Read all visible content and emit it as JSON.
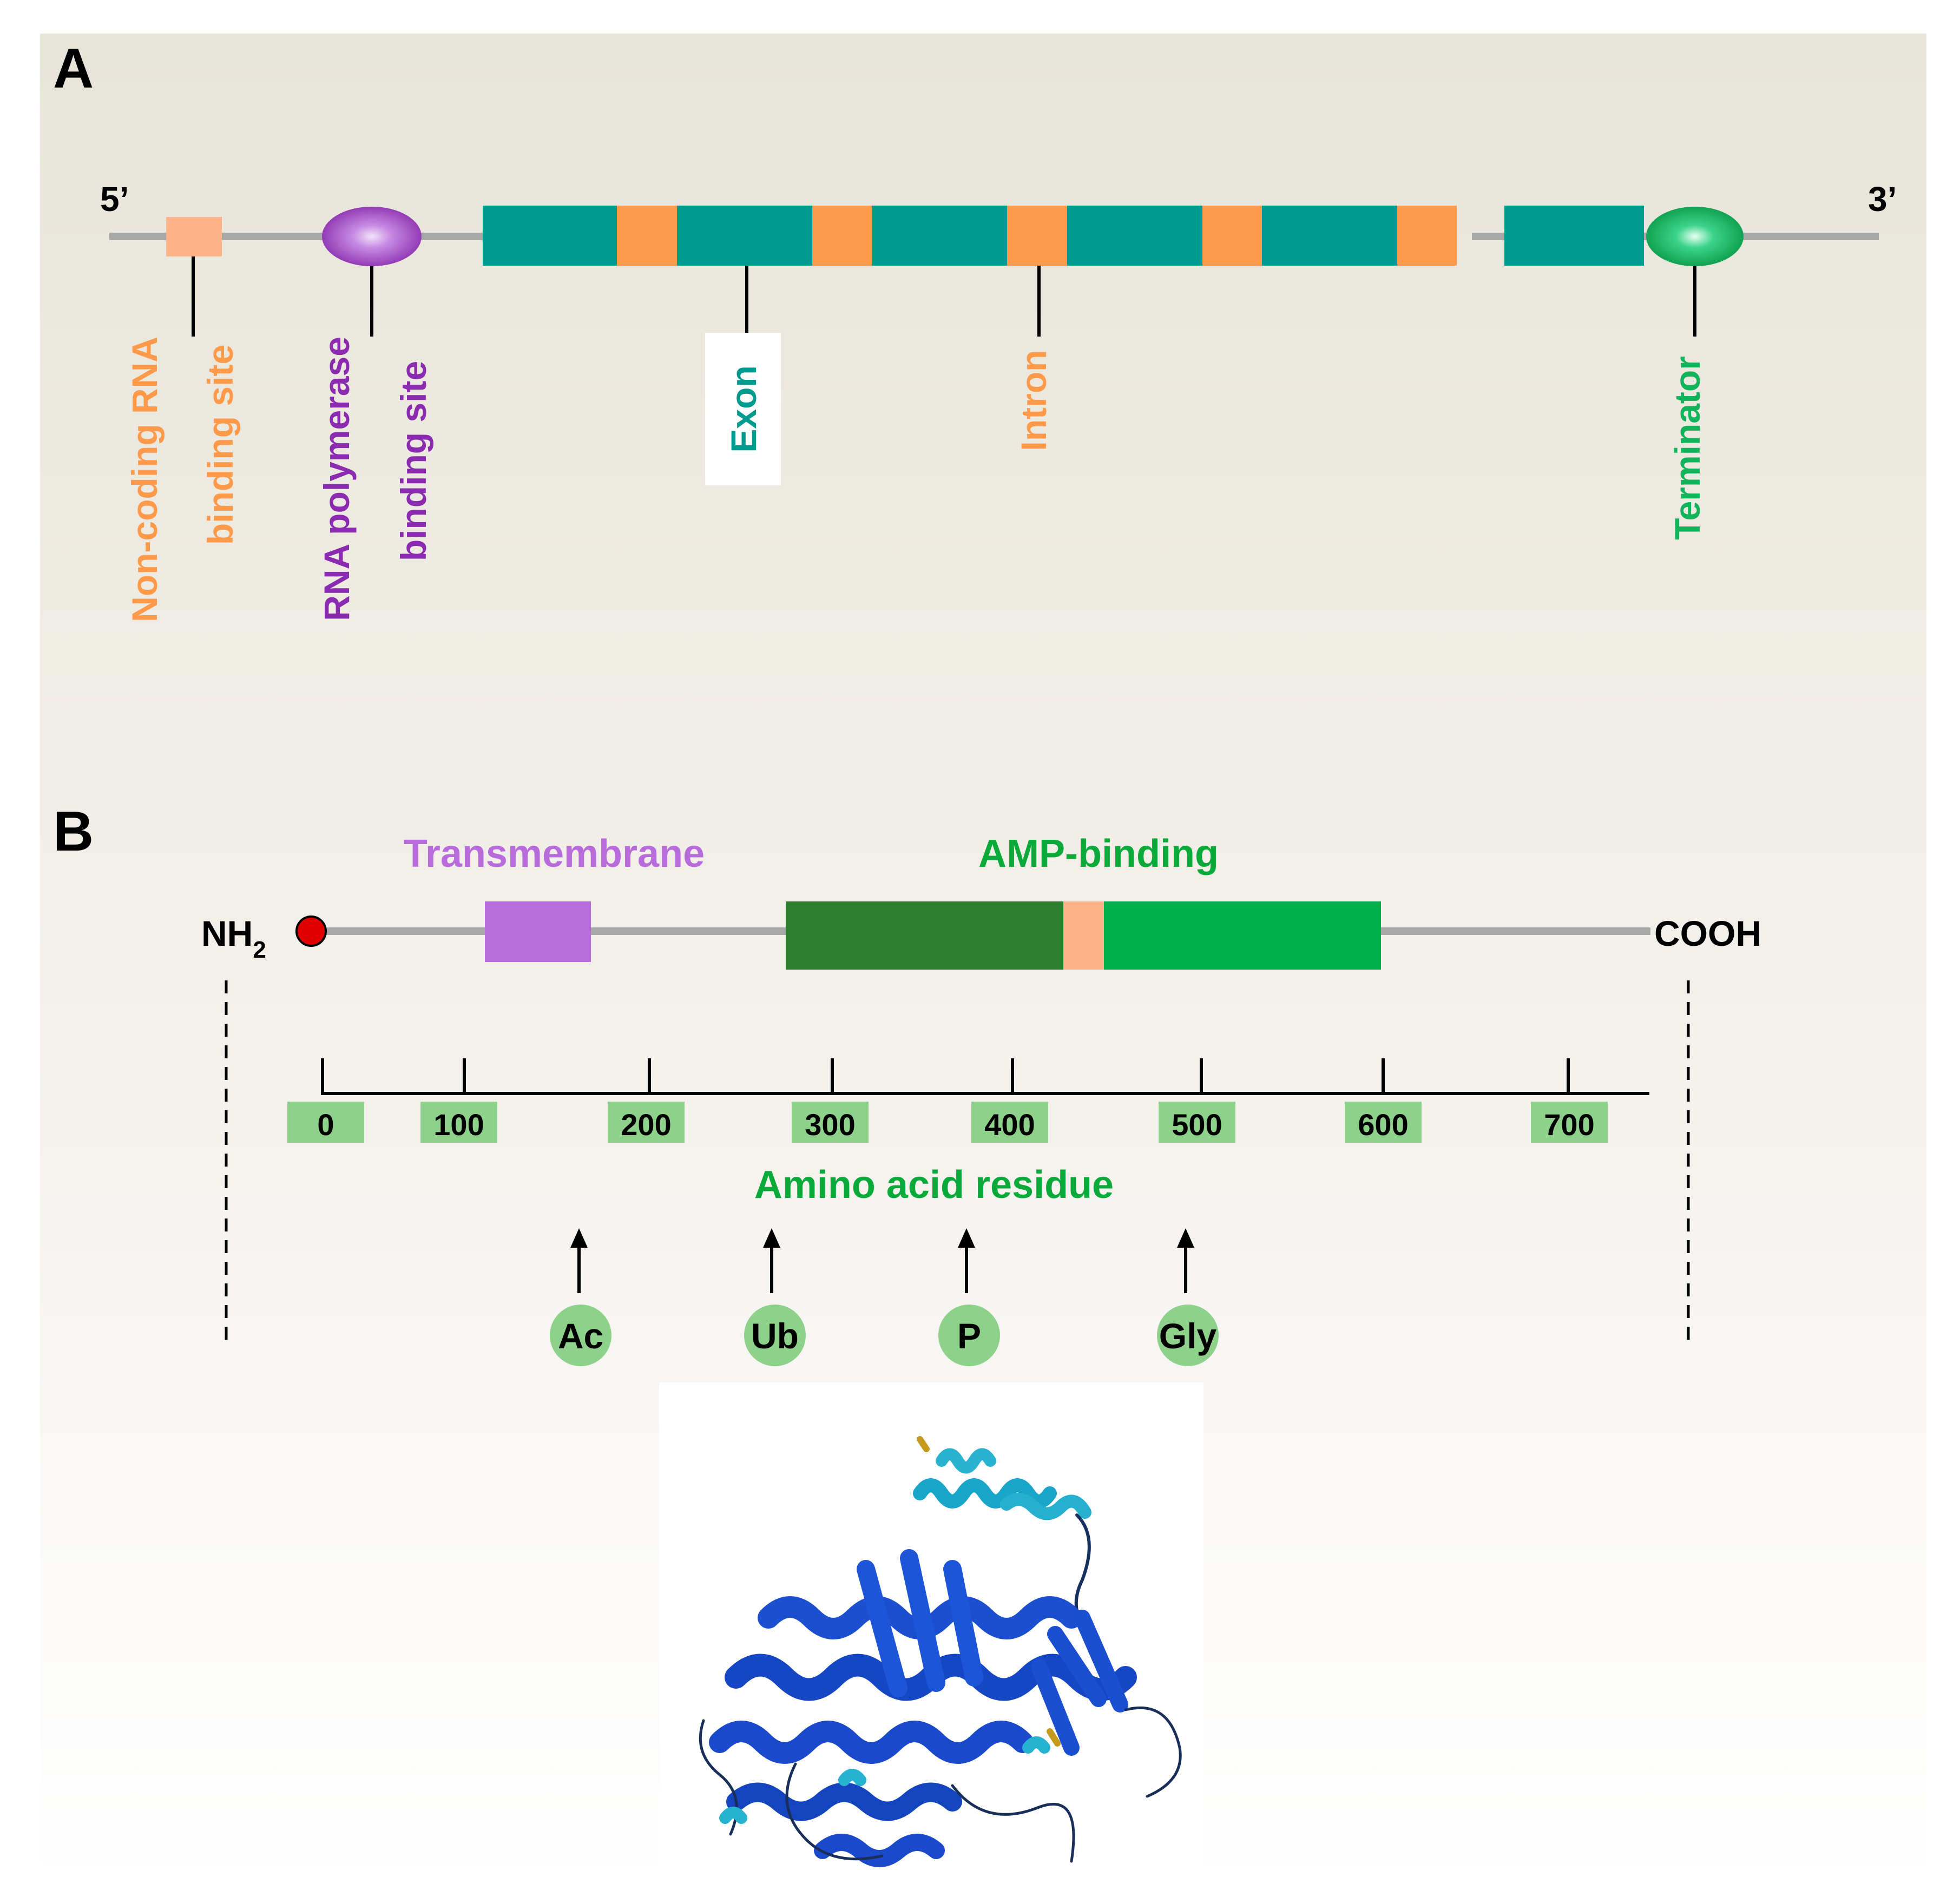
{
  "panel_a": {
    "label": "A",
    "five_prime": "5’",
    "three_prime": "3’",
    "labels": {
      "ncrna_line1": "Non-coding RNA",
      "ncrna_line2": "binding site",
      "rnapol_line1": "RNA polymerase",
      "rnapol_line2": "binding site",
      "exon": "Exon",
      "intron": "Intron",
      "terminator": "Terminator"
    },
    "colors": {
      "exon": "#009B8F",
      "intron": "#FF9A4A",
      "ncrna_site": "#FFB38A",
      "rna_polymerase": "#9B3DB8",
      "terminator": "#12B35A",
      "backbone": "#A8A8A8"
    }
  },
  "panel_b": {
    "label": "B",
    "n_term": "NH",
    "n_term_sub": "2",
    "c_term": "COOH",
    "domains": {
      "transmembrane": "Transmembrane",
      "amp_binding": "AMP-binding"
    },
    "axis": {
      "ticks": [
        "0",
        "100",
        "200",
        "300",
        "400",
        "500",
        "600",
        "700"
      ],
      "title": "Amino acid residue"
    },
    "ptms": [
      "Ac",
      "Ub",
      "P",
      "Gly"
    ],
    "colors": {
      "transmembrane": "#B86BDB",
      "amp_dark": "#2D7F2D",
      "amp_light": "#00B04A",
      "linker": "#FFB38A",
      "n_term_dot": "#E00000",
      "tick_box": "#8ED18A",
      "ptm_circle": "#8ED18A",
      "label_green": "#0AAA3A",
      "label_purple": "#B86BDB"
    }
  }
}
